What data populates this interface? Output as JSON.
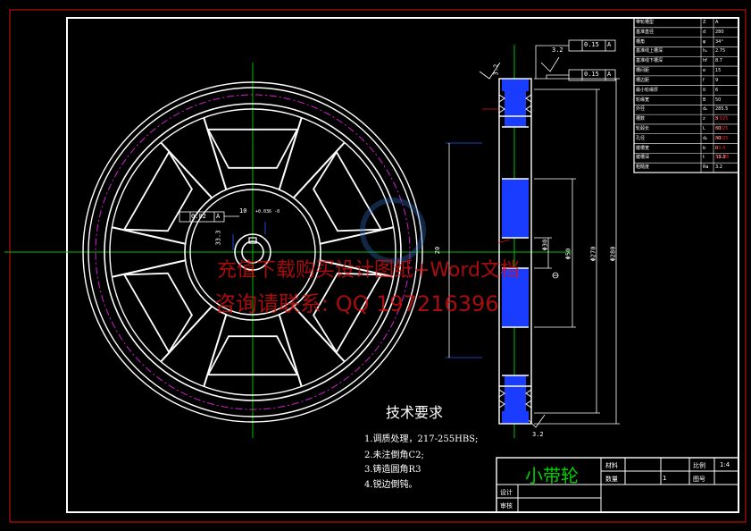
{
  "technical_requirements": {
    "title": "技术要求",
    "items": [
      "1.调质处理，217-255HBS;",
      "2.未注倒角C2;",
      "3.铸造圆角R3",
      "4.锐边倒钝。"
    ]
  },
  "title_block": {
    "part_name": "小带轮",
    "material_label": "材料",
    "scale_label": "比例",
    "scale_value": "1:4",
    "quantity_label": "数量",
    "quantity_value": "1",
    "drawing_no_label": "图号",
    "design_label": "设计",
    "review_label": "审核"
  },
  "watermark": {
    "line1": "充值下载购买设计图纸+Word文档",
    "line2": "咨询请联系: QQ 197216396"
  },
  "parameter_table": {
    "rows": [
      [
        "带轮槽型",
        "Z",
        "A"
      ],
      [
        "基准直径",
        "d",
        "280"
      ],
      [
        "槽角",
        "φ",
        "34°"
      ],
      [
        "基准线上槽深",
        "hₐ",
        "2.75"
      ],
      [
        "基准线下槽深",
        "hf",
        "8.7"
      ],
      [
        "槽间距",
        "e",
        "15"
      ],
      [
        "槽边距",
        "f",
        "9"
      ],
      [
        "最小轮缘厚",
        "δ",
        "6"
      ],
      [
        "轮缘宽",
        "B",
        "50"
      ],
      [
        "外径",
        "dₐ",
        "285.5"
      ],
      [
        "槽数",
        "z",
        "3"
      ],
      [
        "轮毂长",
        "L",
        "60"
      ],
      [
        "孔径",
        "d₀",
        "30"
      ],
      [
        "键槽宽",
        "b",
        "8"
      ],
      [
        "键槽深",
        "t",
        "33.3"
      ],
      [
        "粗糙度",
        "Ra",
        "3.2"
      ]
    ],
    "red_values": [
      "0.025",
      "0.025",
      "0.025",
      "33.4",
      "±0.06"
    ]
  },
  "dimensions": {
    "gtol1": "0.15",
    "gtol1_datum": "A",
    "gtol2": "0.15",
    "gtol2_datum": "A",
    "hub_runout": "0.02",
    "hub_datum": "A",
    "keyway_width": "10",
    "keyway_tol": "+0.036 -0",
    "bore_depth": "33.3",
    "rough1": "3.2",
    "rough2": "3.2",
    "rough3": "3.2",
    "dia_bore": "Φ30",
    "dia_hub": "Φ50",
    "dia_pitch": "Φ270",
    "dia_outer": "Φ280",
    "hub_len": "20"
  }
}
